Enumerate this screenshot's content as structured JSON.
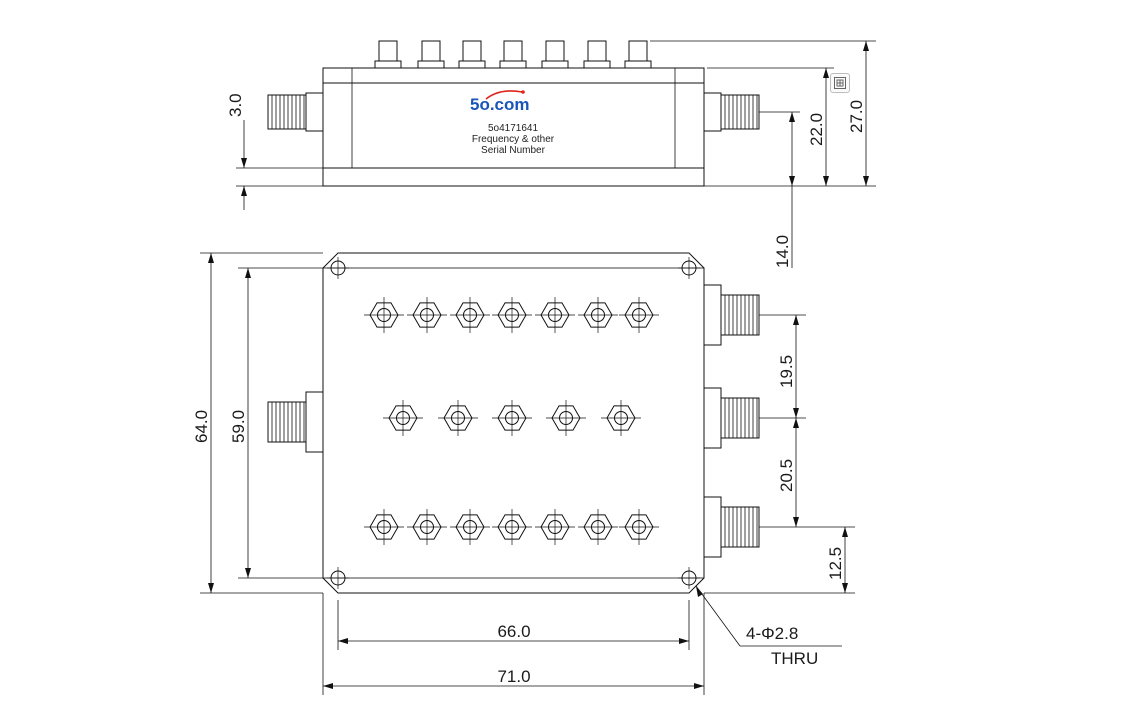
{
  "label": {
    "brand": "5o.com",
    "part_number": "5o4171641",
    "line2": "Frequency & other",
    "line3": "Serial Number"
  },
  "dimensions": {
    "d_3_0": "3.0",
    "d_22_0": "22.0",
    "d_27_0": "27.0",
    "d_14_0": "14.0",
    "d_64_0": "64.0",
    "d_59_0": "59.0",
    "d_19_5": "19.5",
    "d_20_5": "20.5",
    "d_12_5": "12.5",
    "d_66_0": "66.0",
    "d_71_0": "71.0",
    "hole_callout": "4-Φ2.8",
    "hole_callout_2": "THRU"
  },
  "colors": {
    "brand_blue": "#1a56b8",
    "brand_red": "#e0251b"
  },
  "icons": {
    "expand": "expand-icon"
  }
}
